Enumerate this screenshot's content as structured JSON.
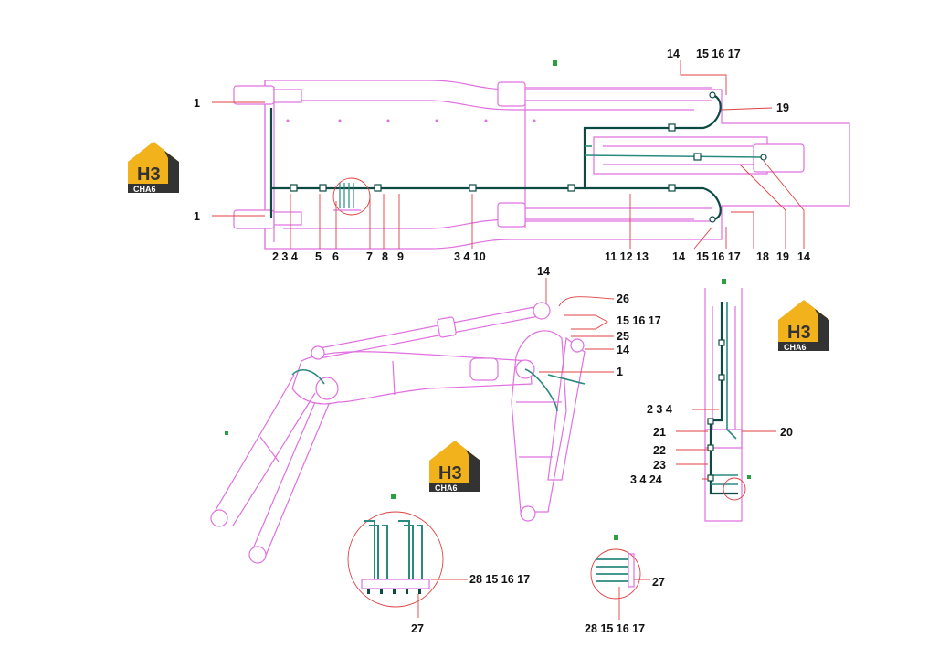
{
  "logo": {
    "letters": "H3",
    "word": "CHA6",
    "color": "#f2b21c",
    "dark": "#333333"
  },
  "colors": {
    "outline": "#e070e0",
    "pipe": "#0e4a44",
    "leader": "#e04040"
  },
  "labels_top": [
    {
      "id": "t1a",
      "text": "1"
    },
    {
      "id": "t1b",
      "text": "1"
    },
    {
      "id": "t14a",
      "text": "14"
    },
    {
      "id": "t151617a",
      "text": "15 16 17"
    },
    {
      "id": "t19a",
      "text": "19"
    },
    {
      "id": "tb1",
      "text": "2 3 4"
    },
    {
      "id": "tb2",
      "text": "5"
    },
    {
      "id": "tb3",
      "text": "6"
    },
    {
      "id": "tb4",
      "text": "7"
    },
    {
      "id": "tb5",
      "text": "8"
    },
    {
      "id": "tb6",
      "text": "9"
    },
    {
      "id": "tb7",
      "text": "3 4 10"
    },
    {
      "id": "tb8",
      "text": "11 12 13"
    },
    {
      "id": "tb9",
      "text": "14"
    },
    {
      "id": "tb10",
      "text": "15 16 17"
    },
    {
      "id": "tb11",
      "text": "18"
    },
    {
      "id": "tb12",
      "text": "19"
    },
    {
      "id": "tb13",
      "text": "14"
    }
  ],
  "labels_side": [
    {
      "id": "s14a",
      "text": "14"
    },
    {
      "id": "s26",
      "text": "26"
    },
    {
      "id": "s151617",
      "text": "15 16 17"
    },
    {
      "id": "s25",
      "text": "25"
    },
    {
      "id": "s14b",
      "text": "14"
    },
    {
      "id": "s1",
      "text": "1"
    }
  ],
  "labels_right": [
    {
      "id": "r234",
      "text": "2 3 4"
    },
    {
      "id": "r21",
      "text": "21"
    },
    {
      "id": "r20",
      "text": "20"
    },
    {
      "id": "r22",
      "text": "22"
    },
    {
      "id": "r23",
      "text": "23"
    },
    {
      "id": "r3424",
      "text": "3 4 24"
    }
  ],
  "labels_details": [
    {
      "id": "d1a",
      "text": "28 15 16 17"
    },
    {
      "id": "d1b",
      "text": "27"
    },
    {
      "id": "d2a",
      "text": "27"
    },
    {
      "id": "d2b",
      "text": "28 15 16 17"
    }
  ]
}
